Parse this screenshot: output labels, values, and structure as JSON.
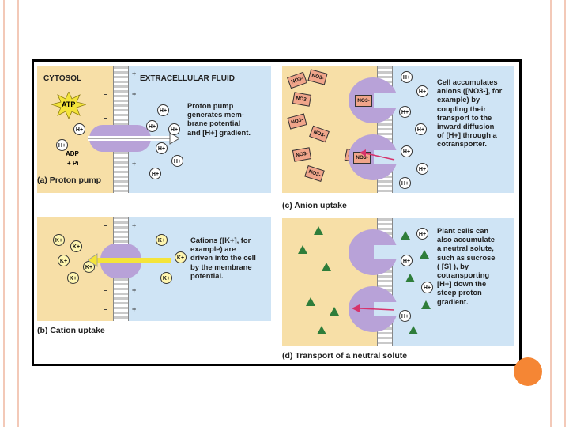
{
  "colors": {
    "cytosol": "#f7dfa7",
    "extracellular": "#cfe4f5",
    "protein": "#b8a2d8",
    "atp": "#f4e43a",
    "accent_dot": "#f58634",
    "rail": "#f3c9b8"
  },
  "panels": {
    "a": {
      "cytosol_label": "CYTOSOL",
      "extra_label": "EXTRACELLULAR FLUID",
      "atp": "ATP",
      "adp": "ADP",
      "pi": "+ Pi",
      "description": [
        "Proton pump",
        "generates mem-",
        "brane potential",
        "and [H+] gradient."
      ],
      "caption": "(a) Proton pump"
    },
    "b": {
      "description": [
        "Cations ([K+], for",
        "example) are",
        "driven into the cell",
        "by the membrane",
        "potential."
      ],
      "caption": "(b) Cation uptake"
    },
    "c": {
      "description": [
        "Cell accumulates",
        "anions ([NO3-], for",
        "example) by",
        "coupling their",
        "transport to the",
        "inward diffusion",
        "of [H+] through a",
        "cotransporter."
      ],
      "caption": "(c) Anion uptake"
    },
    "d": {
      "description": [
        "Plant cells can",
        "also accumulate",
        "a neutral solute,",
        "such as sucrose",
        "( [S] ), by",
        "cotransporting",
        "[H+] down the",
        "steep proton",
        "gradient."
      ],
      "caption": "(d) Transport of a neutral solute"
    }
  },
  "labels": {
    "proton": "H+",
    "potassium": "K+",
    "nitrate": "NO3-",
    "plus": "+",
    "minus": "–"
  }
}
